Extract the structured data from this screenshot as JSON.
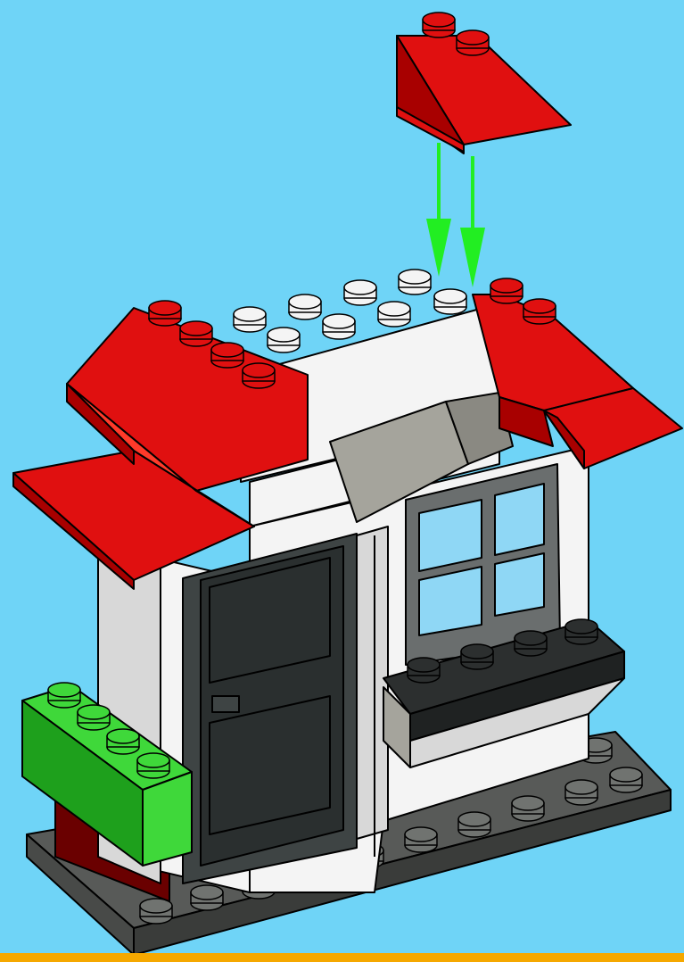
{
  "illustration": {
    "subject": "brick-house-build-step",
    "colors": {
      "background": "#6fd4f7",
      "outline": "#000000",
      "roof_red": "#e01010",
      "roof_red_dark": "#a80000",
      "roof_red_light": "#ff3a2a",
      "wall_white": "#f4f4f4",
      "wall_shade": "#d8d8d8",
      "door_dark": "#2a2f2f",
      "door_frame": "#3e4444",
      "window_frame": "#6a6e6e",
      "window_glass": "#8fd7f5",
      "awning_gray": "#a5a49c",
      "planter_black": "#2c2f2f",
      "base_gray": "#585a58",
      "base_stud": "#707370",
      "brick_green": "#3fd83a",
      "brick_green_dark": "#1ea01c",
      "brick_maroon": "#6a0000",
      "arrow_green": "#22ee22",
      "bottom_bar": "#f5a800"
    },
    "icons": [
      "falling-roof-slope-brick",
      "placement-arrow",
      "placement-arrow"
    ]
  }
}
